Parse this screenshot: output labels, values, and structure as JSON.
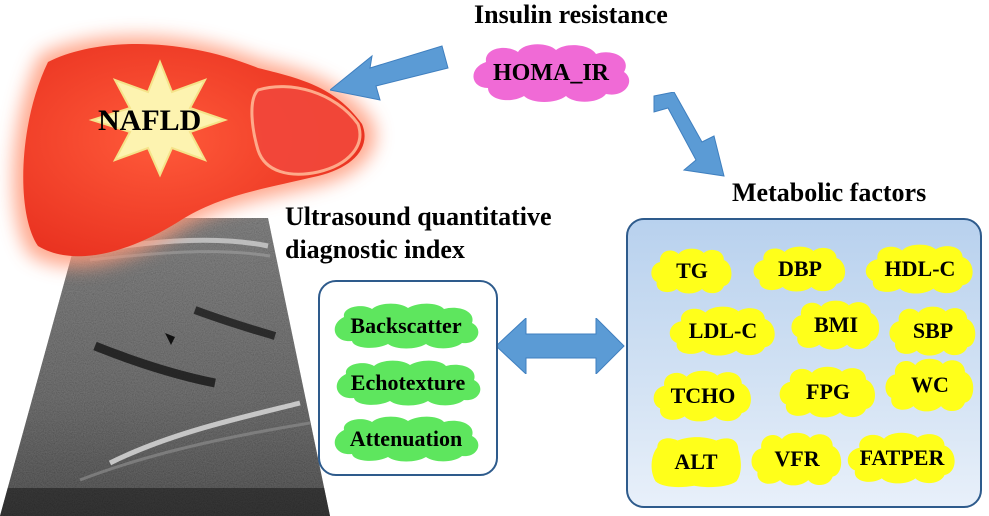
{
  "disease": {
    "label": "NAFLD"
  },
  "insulin": {
    "title": "Insulin resistance",
    "index": "HOMA_IR"
  },
  "ultrasound": {
    "title_line1": "Ultrasound quantitative",
    "title_line2": "diagnostic index",
    "items": [
      "Backscatter",
      "Echotexture",
      "Attenuation"
    ]
  },
  "metabolic": {
    "title": "Metabolic factors",
    "items": [
      "TG",
      "DBP",
      "HDL-C",
      "LDL-C",
      "BMI",
      "SBP",
      "TCHO",
      "FPG",
      "WC",
      "ALT",
      "VFR",
      "FATPER"
    ]
  },
  "colors": {
    "liver": "#f03c2c",
    "burst": "#fdf3b0",
    "pink_cloud": "#f06ad6",
    "green_cloud": "#5ee65e",
    "yellow_cloud": "#ffff1a",
    "arrow": "#5b9bd5",
    "panel_border": "#2e5b8c"
  }
}
